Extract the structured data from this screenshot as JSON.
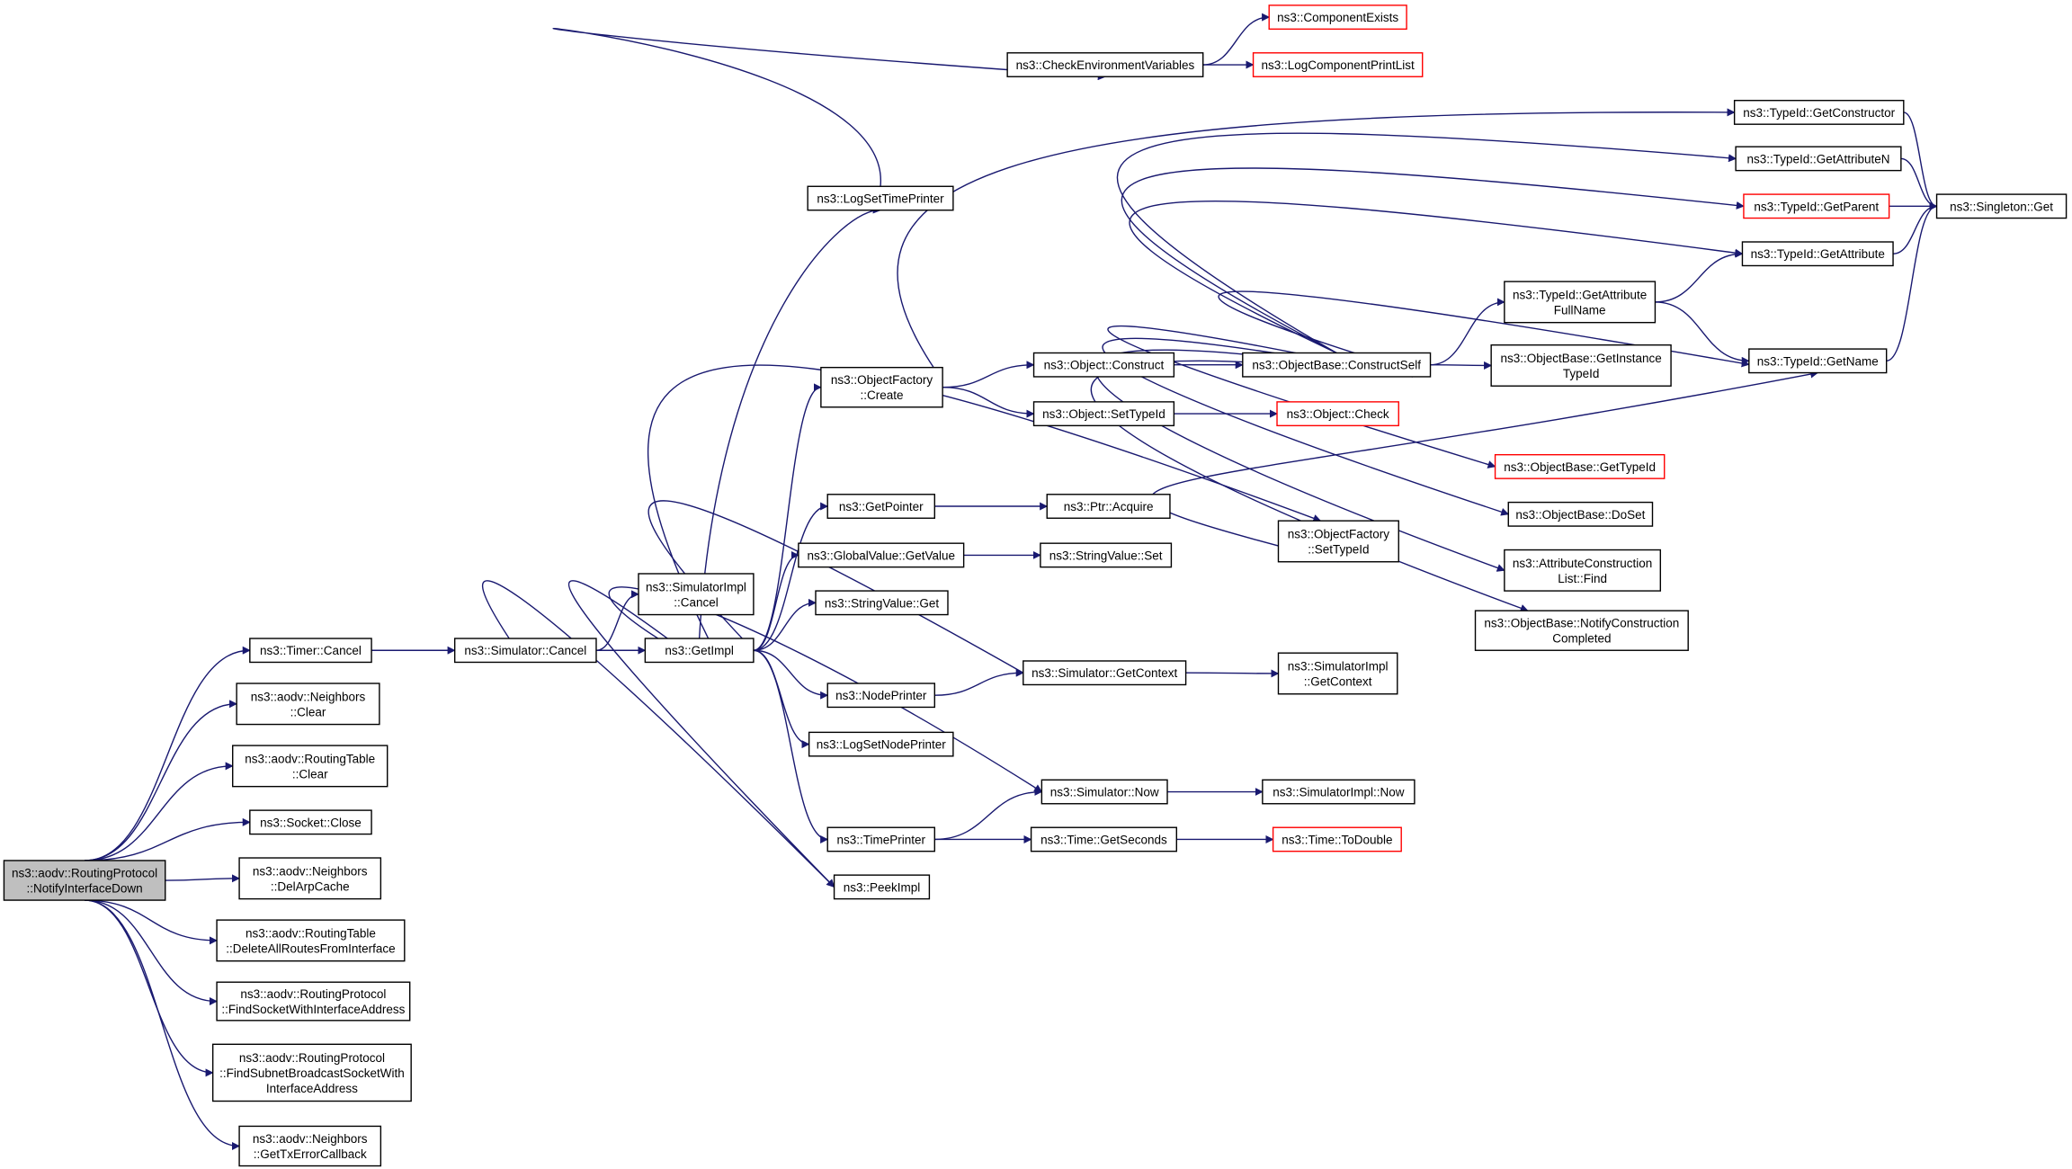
{
  "colors": {
    "edge": "#191970",
    "border": "#000000",
    "border_truncated": "#ff0000",
    "root_fill": "#bfbfbf"
  },
  "nodes": [
    {
      "id": "root",
      "lines": [
        "ns3::aodv::RoutingProtocol",
        "::NotifyInterfaceDown"
      ],
      "root": true
    },
    {
      "id": "timer_cancel",
      "lines": [
        "ns3::Timer::Cancel"
      ]
    },
    {
      "id": "neighbors_clear",
      "lines": [
        "ns3::aodv::Neighbors",
        "::Clear"
      ]
    },
    {
      "id": "rt_clear",
      "lines": [
        "ns3::aodv::RoutingTable",
        "::Clear"
      ]
    },
    {
      "id": "socket_close",
      "lines": [
        "ns3::Socket::Close"
      ]
    },
    {
      "id": "neighbors_delarp",
      "lines": [
        "ns3::aodv::Neighbors",
        "::DelArpCache"
      ]
    },
    {
      "id": "rt_deleteall",
      "lines": [
        "ns3::aodv::RoutingTable",
        "::DeleteAllRoutesFromInterface"
      ]
    },
    {
      "id": "rp_findsocket",
      "lines": [
        "ns3::aodv::RoutingProtocol",
        "::FindSocketWithInterfaceAddress"
      ]
    },
    {
      "id": "rp_findsubnet",
      "lines": [
        "ns3::aodv::RoutingProtocol",
        "::FindSubnetBroadcastSocketWith",
        "InterfaceAddress"
      ]
    },
    {
      "id": "neighbors_gettx",
      "lines": [
        "ns3::aodv::Neighbors",
        "::GetTxErrorCallback"
      ]
    },
    {
      "id": "sim_cancel",
      "lines": [
        "ns3::Simulator::Cancel"
      ]
    },
    {
      "id": "simimpl_cancel",
      "lines": [
        "ns3::SimulatorImpl",
        "::Cancel"
      ]
    },
    {
      "id": "getimpl",
      "lines": [
        "ns3::GetImpl"
      ]
    },
    {
      "id": "logsettime",
      "lines": [
        "ns3::LogSetTimePrinter"
      ]
    },
    {
      "id": "checkenv",
      "lines": [
        "ns3::CheckEnvironmentVariables"
      ]
    },
    {
      "id": "compexists",
      "lines": [
        "ns3::ComponentExists"
      ],
      "truncated": true
    },
    {
      "id": "logcompprint",
      "lines": [
        "ns3::LogComponentPrintList"
      ],
      "truncated": true
    },
    {
      "id": "of_create",
      "lines": [
        "ns3::ObjectFactory",
        "::Create"
      ]
    },
    {
      "id": "obj_construct",
      "lines": [
        "ns3::Object::Construct"
      ]
    },
    {
      "id": "obj_settypeid",
      "lines": [
        "ns3::Object::SetTypeId"
      ]
    },
    {
      "id": "obj_check",
      "lines": [
        "ns3::Object::Check"
      ],
      "truncated": true
    },
    {
      "id": "ob_constructself",
      "lines": [
        "ns3::ObjectBase::ConstructSelf"
      ]
    },
    {
      "id": "tid_getconstructor",
      "lines": [
        "ns3::TypeId::GetConstructor"
      ]
    },
    {
      "id": "tid_getattrn",
      "lines": [
        "ns3::TypeId::GetAttributeN"
      ]
    },
    {
      "id": "tid_getparent",
      "lines": [
        "ns3::TypeId::GetParent"
      ],
      "truncated": true
    },
    {
      "id": "tid_getattr",
      "lines": [
        "ns3::TypeId::GetAttribute"
      ]
    },
    {
      "id": "tid_getattrfull",
      "lines": [
        "ns3::TypeId::GetAttribute",
        "FullName"
      ]
    },
    {
      "id": "tid_getname",
      "lines": [
        "ns3::TypeId::GetName"
      ]
    },
    {
      "id": "singleton_get",
      "lines": [
        "ns3::Singleton::Get"
      ]
    },
    {
      "id": "ob_getinstance",
      "lines": [
        "ns3::ObjectBase::GetInstance",
        "TypeId"
      ]
    },
    {
      "id": "ob_gettypeid",
      "lines": [
        "ns3::ObjectBase::GetTypeId"
      ],
      "truncated": true
    },
    {
      "id": "ob_doset",
      "lines": [
        "ns3::ObjectBase::DoSet"
      ]
    },
    {
      "id": "acl_find",
      "lines": [
        "ns3::AttributeConstruction",
        "List::Find"
      ]
    },
    {
      "id": "ob_notify",
      "lines": [
        "ns3::ObjectBase::NotifyConstruction",
        "Completed"
      ]
    },
    {
      "id": "getpointer",
      "lines": [
        "ns3::GetPointer"
      ]
    },
    {
      "id": "ptr_acquire",
      "lines": [
        "ns3::Ptr::Acquire"
      ]
    },
    {
      "id": "gv_getvalue",
      "lines": [
        "ns3::GlobalValue::GetValue"
      ]
    },
    {
      "id": "sv_set",
      "lines": [
        "ns3::StringValue::Set"
      ]
    },
    {
      "id": "of_settypeid",
      "lines": [
        "ns3::ObjectFactory",
        "::SetTypeId"
      ]
    },
    {
      "id": "sv_get",
      "lines": [
        "ns3::StringValue::Get"
      ]
    },
    {
      "id": "nodeprinter",
      "lines": [
        "ns3::NodePrinter"
      ]
    },
    {
      "id": "sim_getcontext",
      "lines": [
        "ns3::Simulator::GetContext"
      ]
    },
    {
      "id": "simimpl_getcontext",
      "lines": [
        "ns3::SimulatorImpl",
        "::GetContext"
      ]
    },
    {
      "id": "logsetnode",
      "lines": [
        "ns3::LogSetNodePrinter"
      ]
    },
    {
      "id": "sim_now",
      "lines": [
        "ns3::Simulator::Now"
      ]
    },
    {
      "id": "simimpl_now",
      "lines": [
        "ns3::SimulatorImpl::Now"
      ]
    },
    {
      "id": "timeprinter",
      "lines": [
        "ns3::TimePrinter"
      ]
    },
    {
      "id": "time_getseconds",
      "lines": [
        "ns3::Time::GetSeconds"
      ]
    },
    {
      "id": "time_todouble",
      "lines": [
        "ns3::Time::ToDouble"
      ],
      "truncated": true
    },
    {
      "id": "peekimpl",
      "lines": [
        "ns3::PeekImpl"
      ]
    }
  ],
  "edges": [
    [
      "root",
      "timer_cancel"
    ],
    [
      "root",
      "neighbors_clear"
    ],
    [
      "root",
      "rt_clear"
    ],
    [
      "root",
      "socket_close"
    ],
    [
      "root",
      "neighbors_delarp"
    ],
    [
      "root",
      "rt_deleteall"
    ],
    [
      "root",
      "rp_findsocket"
    ],
    [
      "root",
      "rp_findsubnet"
    ],
    [
      "root",
      "neighbors_gettx"
    ],
    [
      "timer_cancel",
      "sim_cancel"
    ],
    [
      "sim_cancel",
      "simimpl_cancel"
    ],
    [
      "sim_cancel",
      "getimpl"
    ],
    [
      "sim_cancel",
      "peekimpl"
    ],
    [
      "getimpl",
      "logsettime"
    ],
    [
      "getimpl",
      "of_create"
    ],
    [
      "getimpl",
      "of_settypeid"
    ],
    [
      "getimpl",
      "getpointer"
    ],
    [
      "getimpl",
      "gv_getvalue"
    ],
    [
      "getimpl",
      "sv_get"
    ],
    [
      "getimpl",
      "nodeprinter"
    ],
    [
      "getimpl",
      "logsetnode"
    ],
    [
      "getimpl",
      "sim_now"
    ],
    [
      "getimpl",
      "timeprinter"
    ],
    [
      "getimpl",
      "peekimpl"
    ],
    [
      "logsettime",
      "checkenv"
    ],
    [
      "checkenv",
      "compexists"
    ],
    [
      "checkenv",
      "logcompprint"
    ],
    [
      "of_create",
      "obj_construct"
    ],
    [
      "of_create",
      "obj_settypeid"
    ],
    [
      "of_create",
      "tid_getconstructor"
    ],
    [
      "obj_construct",
      "ob_constructself"
    ],
    [
      "obj_settypeid",
      "obj_check"
    ],
    [
      "ob_constructself",
      "tid_getattrn"
    ],
    [
      "ob_constructself",
      "tid_getparent"
    ],
    [
      "ob_constructself",
      "tid_getattr"
    ],
    [
      "ob_constructself",
      "tid_getattrfull"
    ],
    [
      "ob_constructself",
      "ob_getinstance"
    ],
    [
      "ob_constructself",
      "tid_getname"
    ],
    [
      "ob_constructself",
      "ob_gettypeid"
    ],
    [
      "ob_constructself",
      "ob_doset"
    ],
    [
      "ob_constructself",
      "acl_find"
    ],
    [
      "ob_constructself",
      "ob_notify"
    ],
    [
      "tid_getconstructor",
      "singleton_get"
    ],
    [
      "tid_getattrn",
      "singleton_get"
    ],
    [
      "tid_getparent",
      "singleton_get"
    ],
    [
      "tid_getattr",
      "singleton_get"
    ],
    [
      "tid_getname",
      "singleton_get"
    ],
    [
      "tid_getattrfull",
      "tid_getattr"
    ],
    [
      "tid_getattrfull",
      "tid_getname"
    ],
    [
      "of_settypeid",
      "tid_getname"
    ],
    [
      "getpointer",
      "ptr_acquire"
    ],
    [
      "gv_getvalue",
      "sv_set"
    ],
    [
      "nodeprinter",
      "sim_getcontext"
    ],
    [
      "sim_getcontext",
      "getimpl"
    ],
    [
      "sim_getcontext",
      "simimpl_getcontext"
    ],
    [
      "timeprinter",
      "sim_now"
    ],
    [
      "timeprinter",
      "time_getseconds"
    ],
    [
      "sim_now",
      "simimpl_now"
    ],
    [
      "time_getseconds",
      "time_todouble"
    ]
  ]
}
